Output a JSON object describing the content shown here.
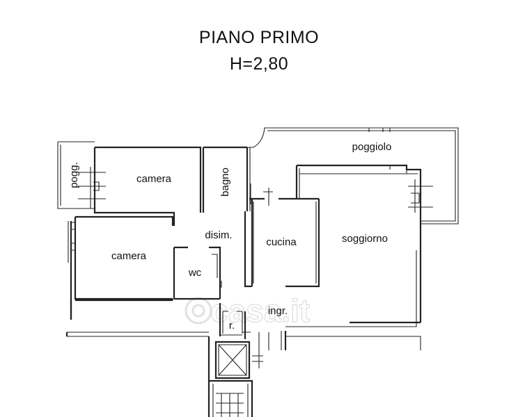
{
  "plan": {
    "title": "PIANO PRIMO",
    "height": "H=2,80"
  },
  "rooms": {
    "pogg": "pogg.",
    "camera_1": "camera",
    "bagno": "bagno",
    "poggiolo": "poggiolo",
    "disim": "disim.",
    "cucina": "cucina",
    "soggiorno": "soggiorno",
    "camera_2": "camera",
    "wc": "wc",
    "ingr": "ingr.",
    "r": "r."
  },
  "watermark": {
    "text": "casa.it"
  }
}
